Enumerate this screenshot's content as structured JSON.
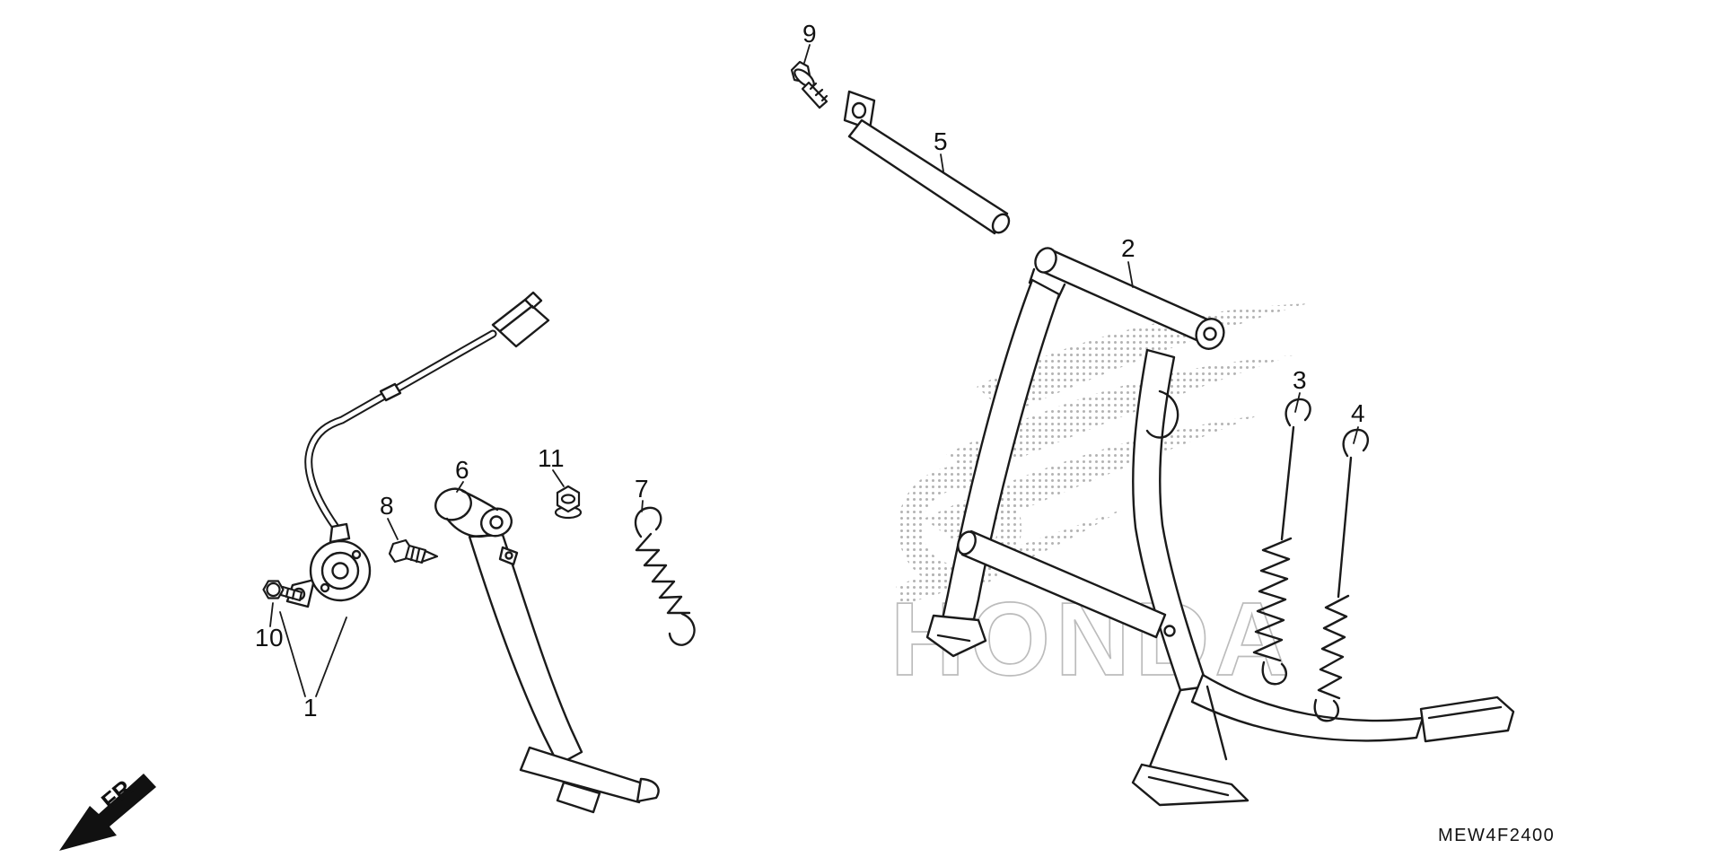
{
  "diagram": {
    "code": "MEW4F2400",
    "direction_label": "FR.",
    "watermark": "HONDA",
    "labels": [
      {
        "text": "9"
      },
      {
        "text": "5"
      },
      {
        "text": "2"
      },
      {
        "text": "3"
      },
      {
        "text": "4"
      },
      {
        "text": "11"
      },
      {
        "text": "6"
      },
      {
        "text": "7"
      },
      {
        "text": "8"
      },
      {
        "text": "10"
      },
      {
        "text": "1"
      }
    ],
    "colors": {
      "line": "#1a1a1a",
      "background": "#ffffff",
      "watermark": "#b5b5b5"
    }
  }
}
